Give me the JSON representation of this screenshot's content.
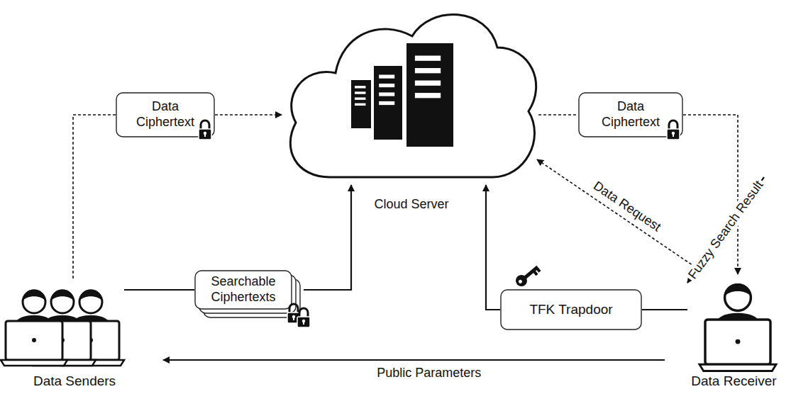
{
  "diagram": {
    "nodes": [
      {
        "text": [
          "Data Ciphertext"
        ]
      },
      {
        "text": [
          "Cloud Server"
        ]
      },
      {
        "text": [
          "Data Ciphertext"
        ]
      },
      {
        "text": [
          "Searchable Ciphertexts"
        ]
      },
      {
        "text": [
          "TFK Trapdoor"
        ]
      },
      {
        "text": [
          "Data Senders"
        ]
      },
      {
        "text": [
          "Data Receiver"
        ]
      }
    ],
    "edges": [
      {
        "from": 5,
        "to": 0,
        "arrow": "none"
      },
      {
        "from": 0,
        "to": 1,
        "arrow": "to"
      },
      {
        "from": 1,
        "to": 2,
        "arrow": "none"
      },
      {
        "from": 2,
        "to": 6,
        "arrow": "to"
      },
      {
        "from": 6,
        "to": 1,
        "label": "Data Request",
        "arrow": "to"
      },
      {
        "from": 1,
        "to": 6,
        "label": "Fuzzy Search Result",
        "arrow": "to"
      },
      {
        "from": 5,
        "to": 3,
        "arrow": "none"
      },
      {
        "from": 3,
        "to": 1,
        "arrow": "to"
      },
      {
        "from": 6,
        "to": 4,
        "arrow": "none"
      },
      {
        "from": 4,
        "to": 1,
        "arrow": "to"
      },
      {
        "from": 6,
        "to": 5,
        "label": "Public Parameters",
        "arrow": "to"
      }
    ]
  }
}
